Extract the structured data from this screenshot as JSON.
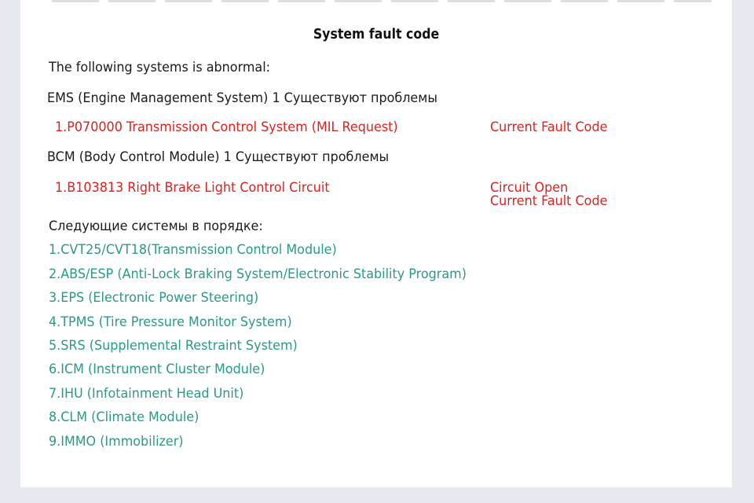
{
  "report": {
    "title": "System fault code",
    "abnormal_heading": "The following systems is abnormal:",
    "abnormal_systems": [
      {
        "header": "EMS (Engine Management System) 1 Существуют проблемы",
        "faults": [
          {
            "code_text": "1.P070000 Transmission Control System (MIL Request)",
            "status": [
              "Current Fault Code"
            ]
          }
        ]
      },
      {
        "header": "BCM (Body Control Module) 1 Существуют проблемы",
        "faults": [
          {
            "code_text": "1.B103813 Right Brake Light Control Circuit",
            "status": [
              "Circuit Open",
              "Current Fault Code"
            ]
          }
        ]
      }
    ],
    "ok_heading": "Следующие системы в порядке:",
    "ok_systems": [
      "1.CVT25/CVT18(Transmission Control Module)",
      "2.ABS/ESP (Anti-Lock Braking System/Electronic Stability Program)",
      "3.EPS (Electronic Power Steering)",
      "4.TPMS (Tire Pressure Monitor System)",
      "5.SRS (Supplemental Restraint System)",
      "6.ICM (Instrument Cluster Module)",
      "7.IHU (Infotainment Head Unit)",
      "8.CLM (Climate Module)",
      "9.IMMO (Immobilizer)"
    ]
  },
  "colors": {
    "fault": "#e0201e",
    "ok": "#2a9a86",
    "text": "#1a1a1a",
    "page_background": "#e6e9f0"
  }
}
